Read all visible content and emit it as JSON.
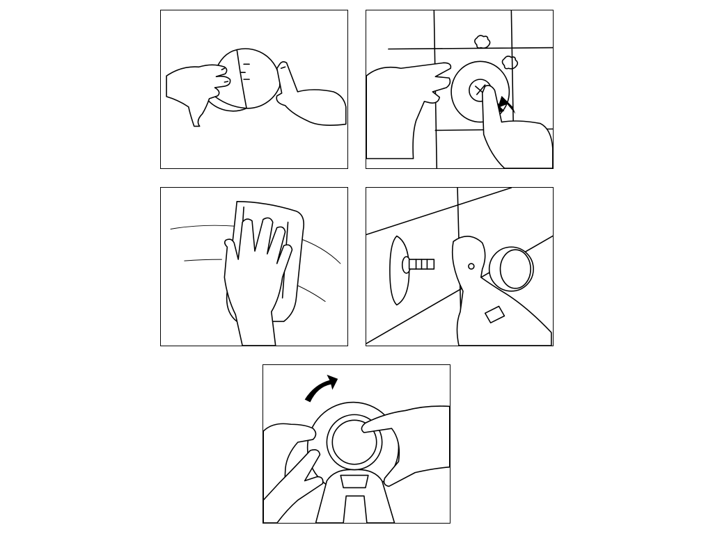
{
  "figure": {
    "panels": [
      {
        "step": "peel-adhesive-liner"
      },
      {
        "step": "press-disc-onto-wall"
      },
      {
        "step": "wipe-surface-with-cloth"
      },
      {
        "step": "attach-fixture-to-screw-mount"
      },
      {
        "step": "turn-cap-to-tighten"
      }
    ],
    "colors": {
      "ink": "#000000",
      "paper": "#ffffff"
    },
    "icons": [
      "push-arrow-icon",
      "rotate-arrow-icon"
    ]
  }
}
